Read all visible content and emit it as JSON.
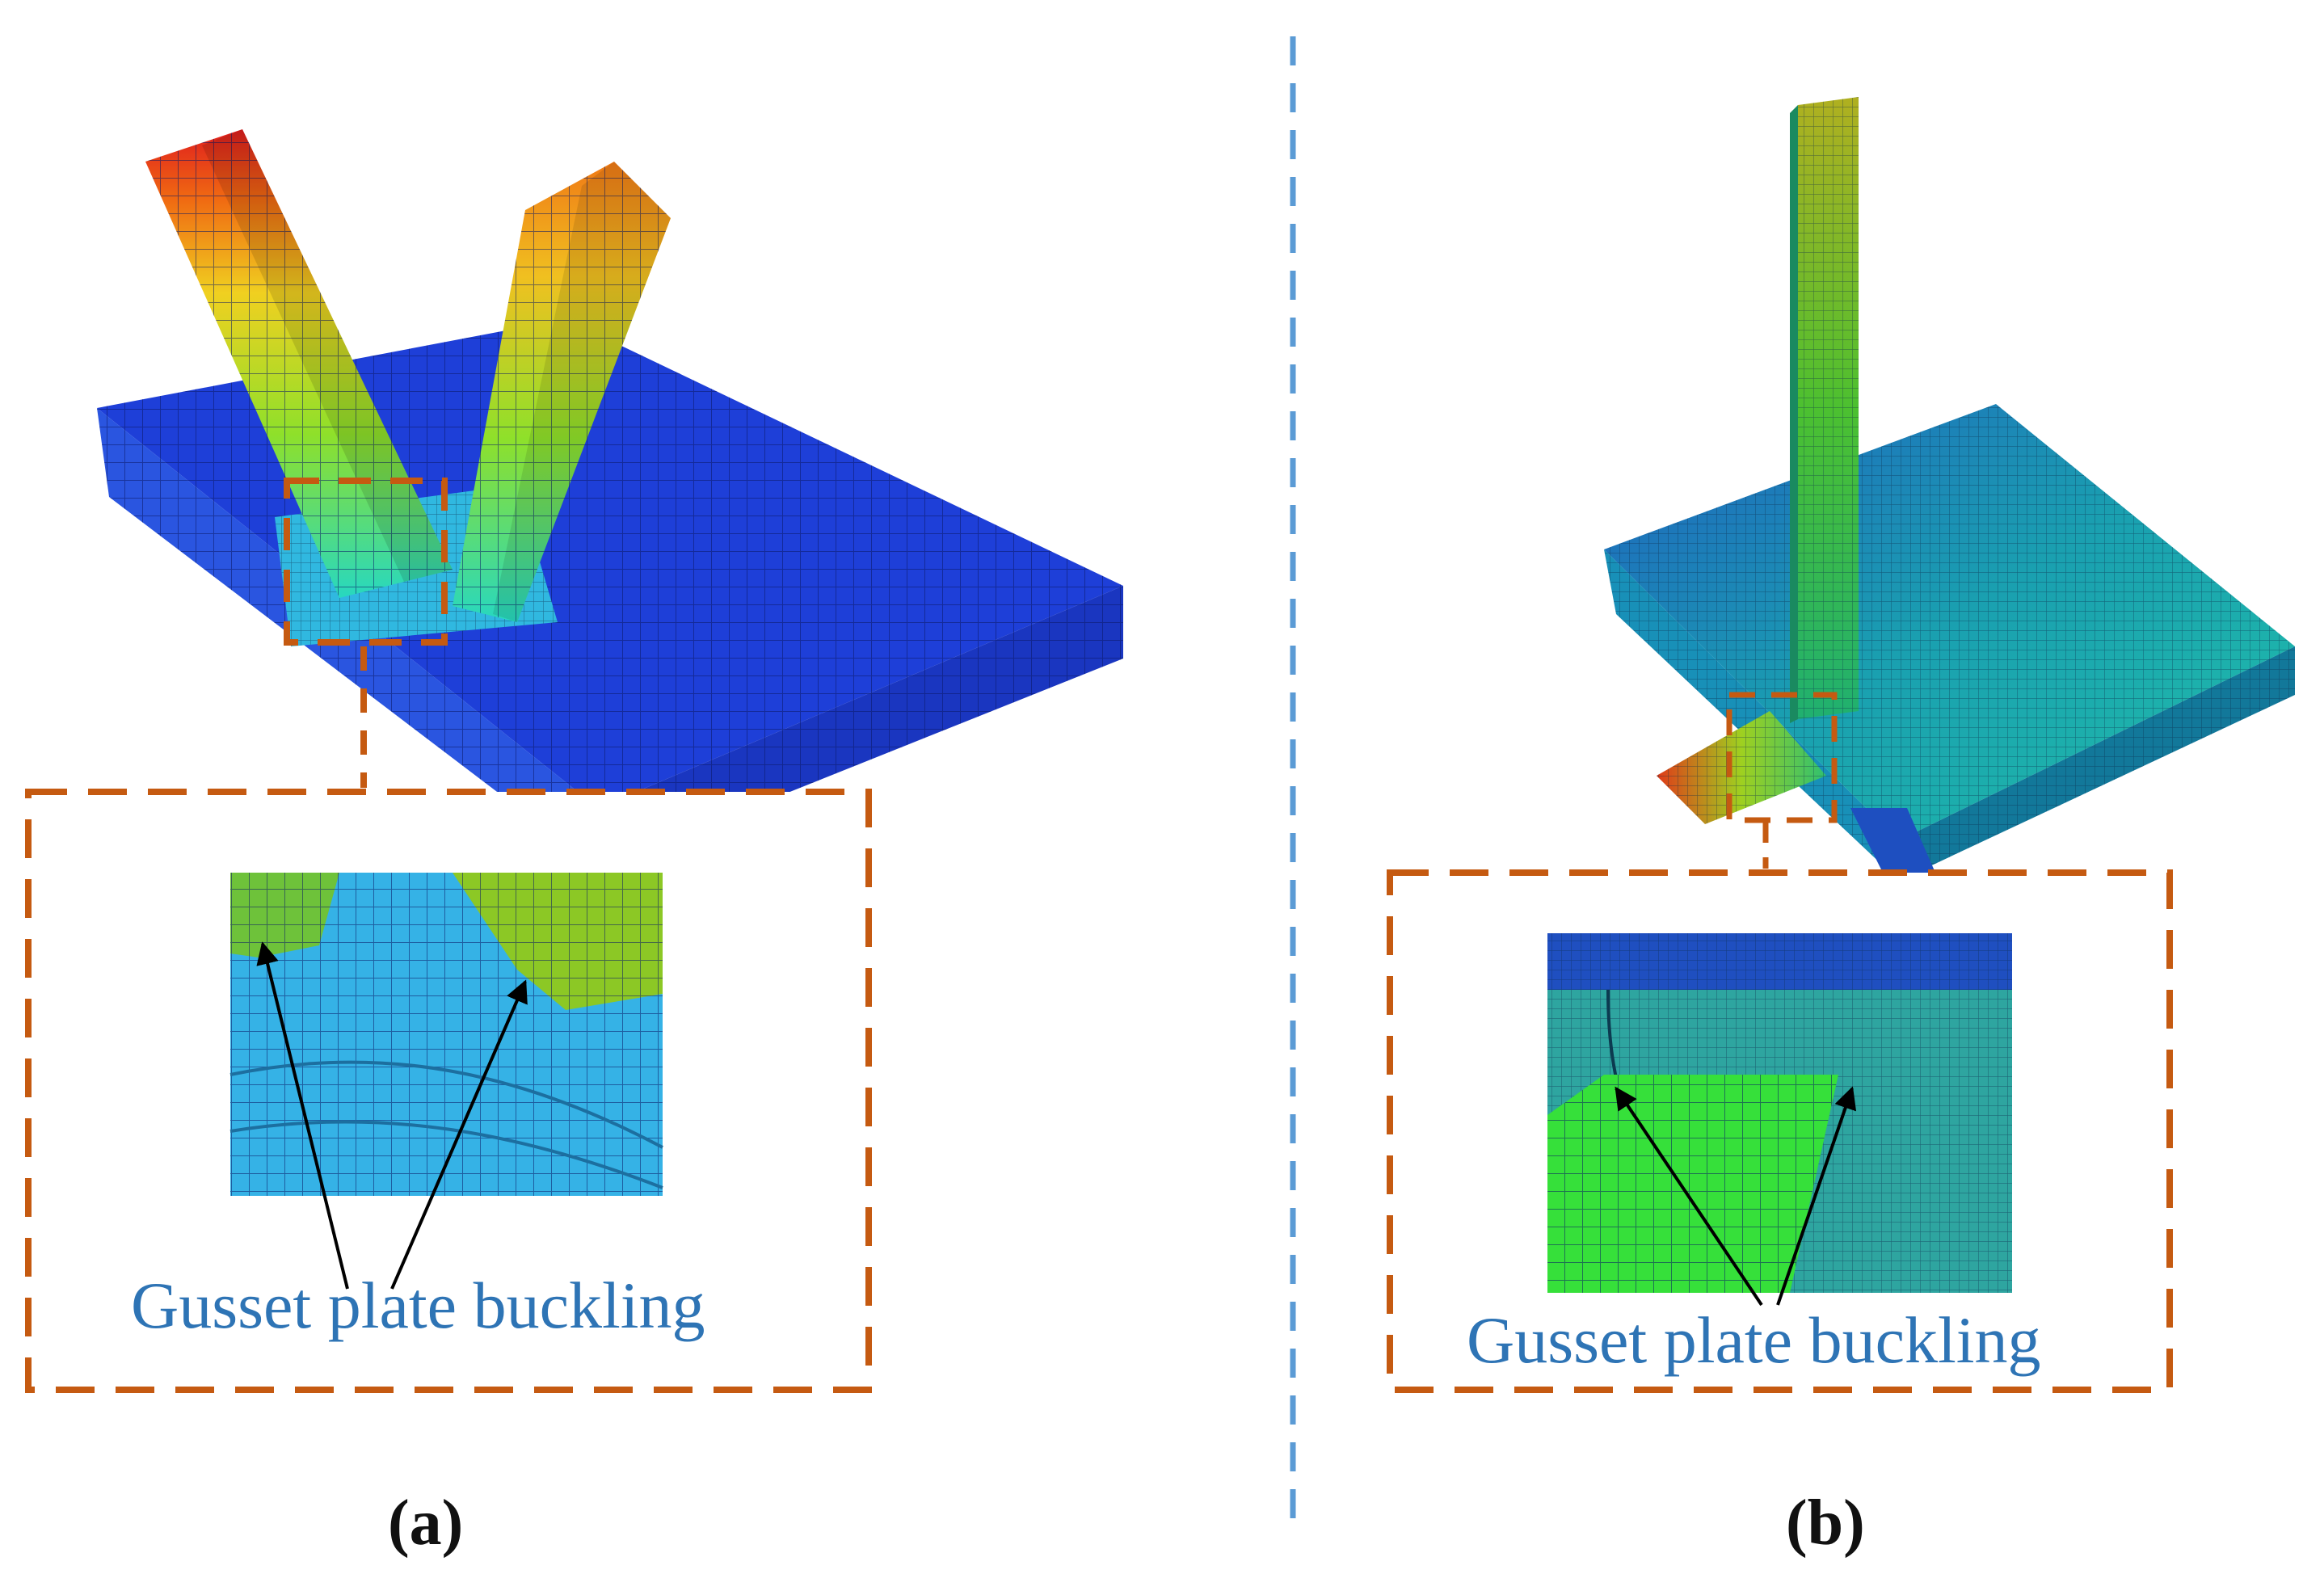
{
  "figure": {
    "panels": [
      {
        "id": "a",
        "label": "(a)",
        "annotation": "Gusset plate buckling"
      },
      {
        "id": "b",
        "label": "(b)",
        "annotation": "Gusset plate buckling"
      }
    ],
    "colors": {
      "callout_border": "#c55a11",
      "divider": "#5b9bd5",
      "annotation_text": "#2e74b5",
      "contour_low": "#1a3ad6",
      "contour_mid": "#3fd23a",
      "contour_high": "#e01e1e"
    }
  }
}
